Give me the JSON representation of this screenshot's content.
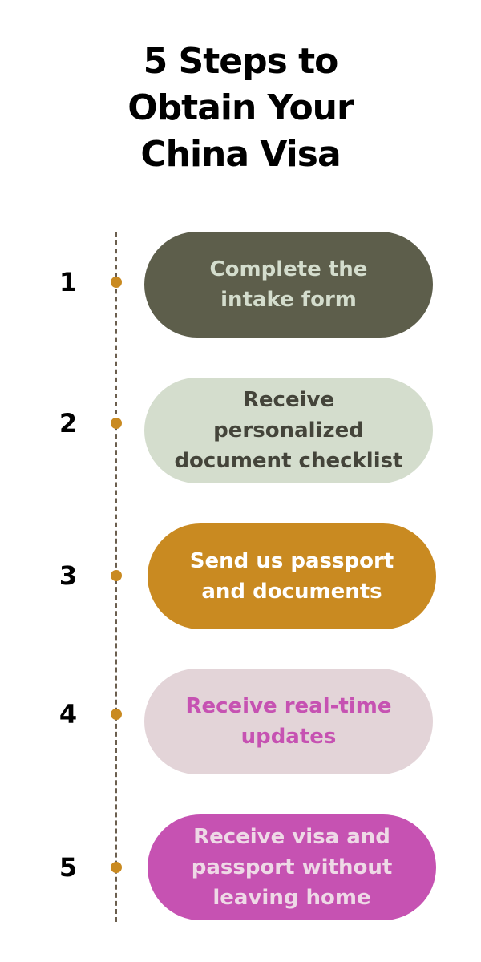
{
  "title": {
    "line1": "5 Steps to",
    "line2": "Obtain Your",
    "line3": "China Visa"
  },
  "colors": {
    "timeline": "#6b5e4e",
    "dot": "#c98a21"
  },
  "steps": [
    {
      "number": "1",
      "lines": [
        "Complete the",
        "intake form"
      ],
      "bg": "#5d5e4b",
      "fg": "#d4ddcd"
    },
    {
      "number": "2",
      "lines": [
        "Receive",
        "personalized",
        "document checklist"
      ],
      "bg": "#d4ddcd",
      "fg": "#44443a"
    },
    {
      "number": "3",
      "lines": [
        "Send us passport",
        "and documents"
      ],
      "bg": "#c98a21",
      "fg": "#ffffff"
    },
    {
      "number": "4",
      "lines": [
        "Receive real-time",
        "updates"
      ],
      "bg": "#e3d4d8",
      "fg": "#c652b2"
    },
    {
      "number": "5",
      "lines": [
        "Receive visa and",
        "passport without",
        "leaving home"
      ],
      "bg": "#c652b2",
      "fg": "#eed9e6"
    }
  ]
}
